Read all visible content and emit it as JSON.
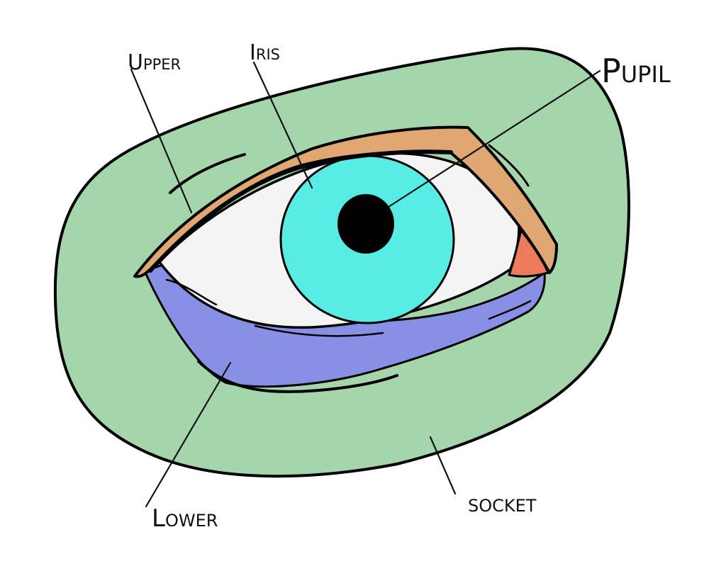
{
  "labels": {
    "upper": "Upper",
    "iris": "Iris",
    "pupil": "Pupil",
    "lower": "Lower",
    "socket": "socket"
  },
  "colors": {
    "socket": "#a5d5ab",
    "upper_lid": "#e0a772",
    "lower_lid": "#8890e6",
    "sclera": "#f4f4f4",
    "iris": "#58ede4",
    "pupil": "#000000",
    "caruncle": "#ec7a5c"
  }
}
